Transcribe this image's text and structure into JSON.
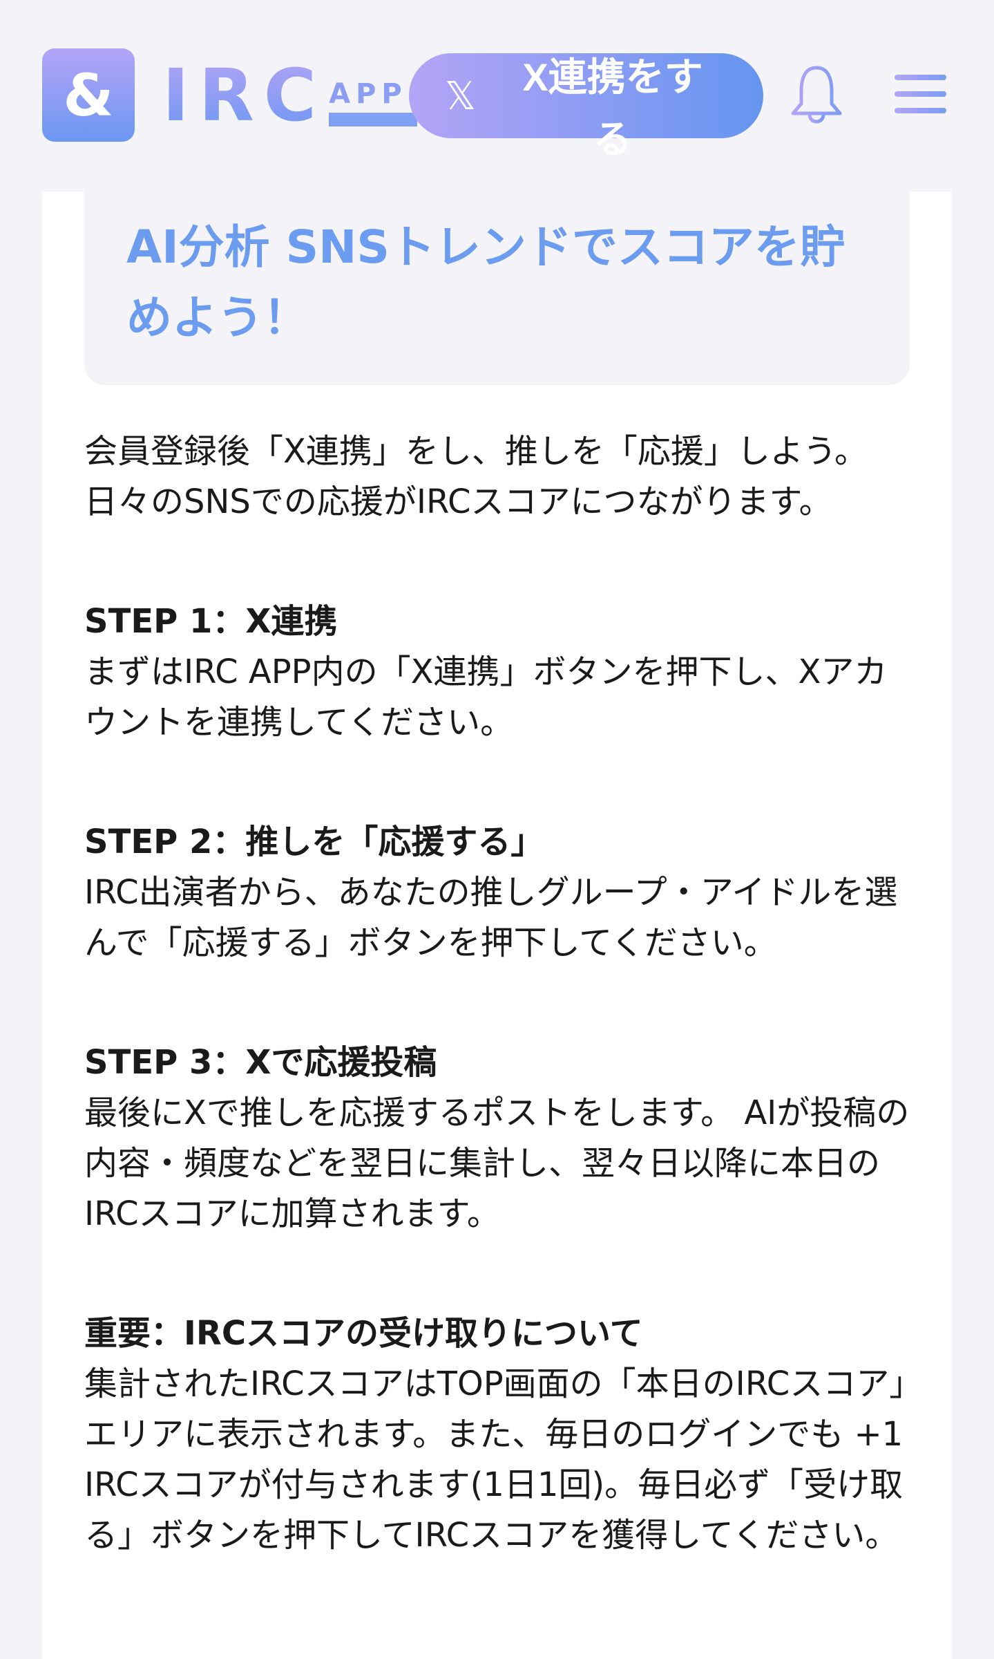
{
  "header": {
    "logo_text": "IRC",
    "logo_sub": "APP",
    "x_button": {
      "icon": "x-logo",
      "label": "X連携をする"
    },
    "bell_icon": "bell-icon",
    "menu_icon": "hamburger-icon"
  },
  "colors": {
    "accent": "#6c9cf0",
    "gradient_start": "#b4a4f6",
    "gradient_end": "#6595f0"
  },
  "main": {
    "title": "AI分析 SNSトレンドでスコアを貯めよう！",
    "intro": "会員登録後「X連携」をし、推しを「応援」しよう。日々のSNSでの応援がIRCスコアにつながります。",
    "steps": [
      {
        "heading": "STEP 1：X連携",
        "body": "まずはIRC APP内の「X連携」ボタンを押下し、Xアカウントを連携してください。"
      },
      {
        "heading": "STEP 2：推しを「応援する」",
        "body": "IRC出演者から、あなたの推しグループ・アイドルを選んで「応援する」ボタンを押下してください。"
      },
      {
        "heading": "STEP 3：Xで応援投稿",
        "body": "最後にXで推しを応援するポストをします。 AIが投稿の内容・頻度などを翌日に集計し、翌々日以降に本日のIRCスコアに加算されます。"
      },
      {
        "heading": "重要：IRCスコアの受け取りについて",
        "body": "集計されたIRCスコアはTOP画面の「本日のIRCスコア」エリアに表示されます。また、毎日のログインでも +1 IRCスコアが付与されます(1日1回)。毎日必ず「受け取る」ボタンを押下してIRCスコアを獲得してください。"
      }
    ]
  }
}
